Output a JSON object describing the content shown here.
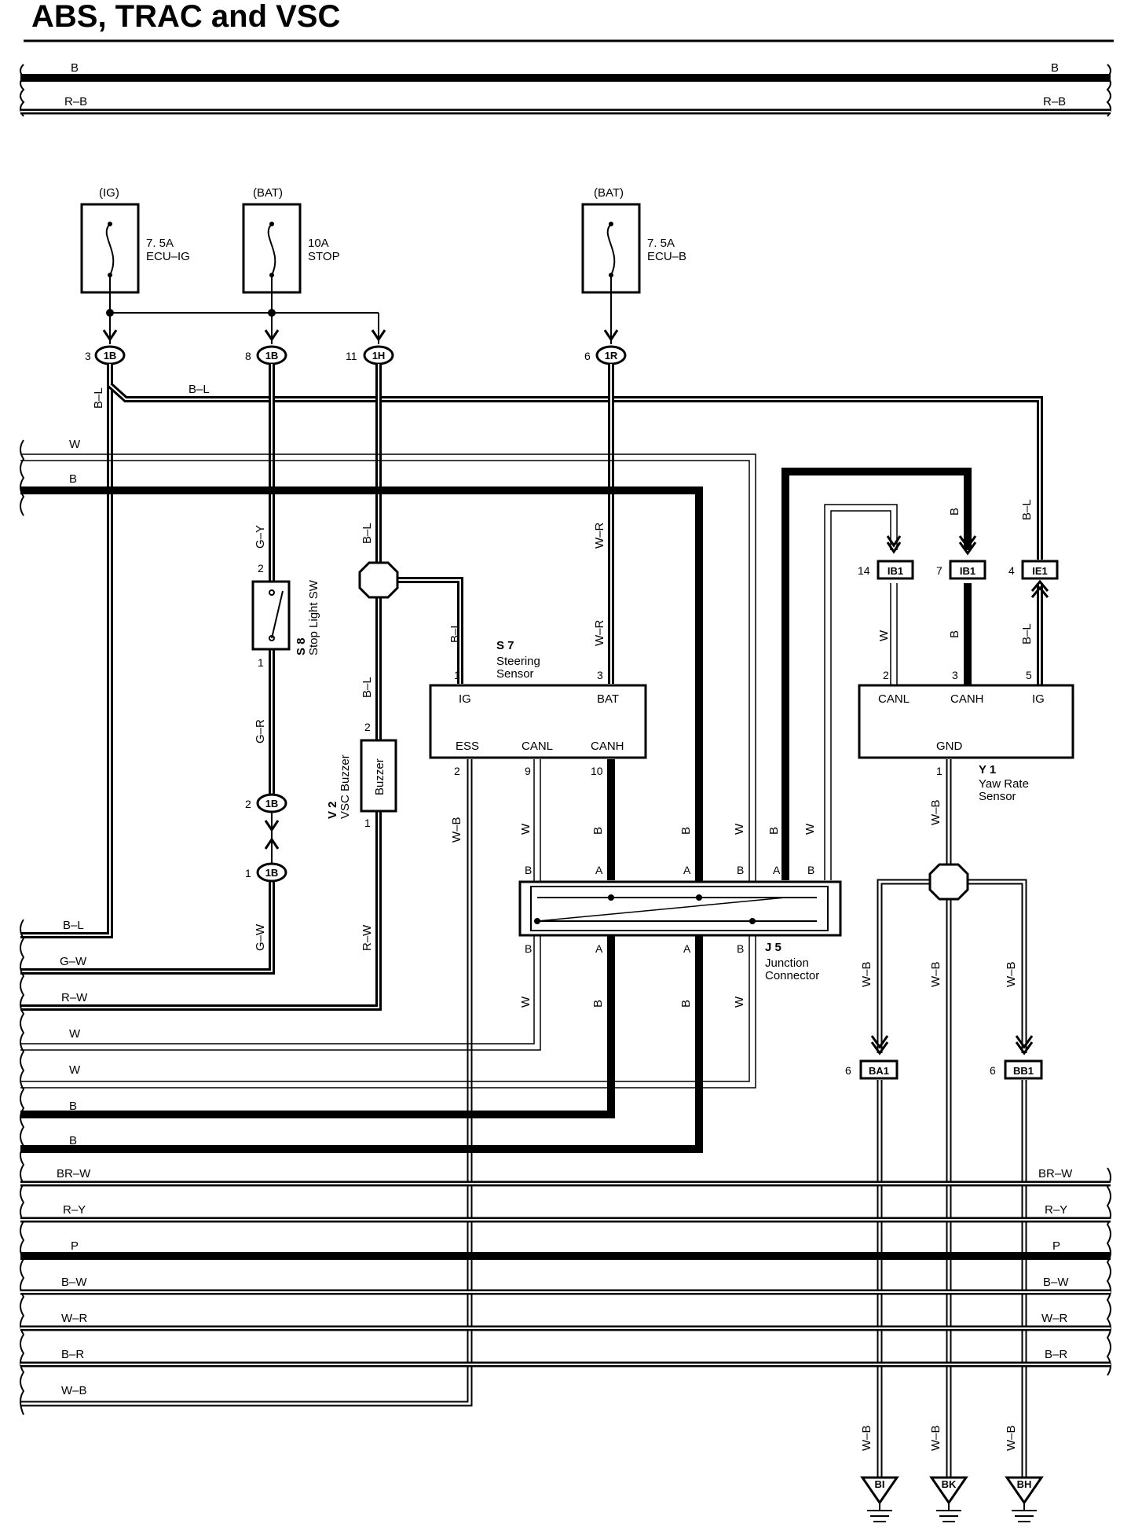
{
  "title": "ABS, TRAC and VSC",
  "top_bus": [
    {
      "left": "B",
      "right": "B"
    },
    {
      "left": "R–B",
      "right": "R–B"
    }
  ],
  "fuses": [
    {
      "source": "(IG)",
      "rating": "7. 5A",
      "name": "ECU–IG"
    },
    {
      "source": "(BAT)",
      "rating": "10A",
      "name": "STOP"
    },
    {
      "source": "(BAT)",
      "rating": "7. 5A",
      "name": "ECU–B"
    }
  ],
  "connectors": {
    "c1B_3": {
      "pin": "3",
      "id": "1B"
    },
    "c1B_8": {
      "pin": "8",
      "id": "1B"
    },
    "c1H_11": {
      "pin": "11",
      "id": "1H"
    },
    "c1R_6": {
      "pin": "6",
      "id": "1R"
    },
    "c1B_2": {
      "pin": "2",
      "id": "1B"
    },
    "c1B_1": {
      "pin": "1",
      "id": "1B"
    },
    "cIB1_14": {
      "pin": "14",
      "id": "IB1"
    },
    "cIB1_7": {
      "pin": "7",
      "id": "IB1"
    },
    "cIE1_4": {
      "pin": "4",
      "id": "IE1"
    },
    "cBA1_6": {
      "pin": "6",
      "id": "BA1"
    },
    "cBB1_6": {
      "pin": "6",
      "id": "BB1"
    }
  },
  "components": {
    "s8": {
      "code": "S 8",
      "name": "Stop Light SW",
      "pin_top": "2",
      "pin_bottom": "1"
    },
    "v2": {
      "code": "V 2",
      "name": "VSC Buzzer",
      "body": "Buzzer",
      "pin_top": "2",
      "pin_bottom": "1"
    },
    "s7": {
      "code": "S 7",
      "name_line1": "Steering",
      "name_line2": "Sensor",
      "terminals": {
        "ig": "IG",
        "bat": "BAT",
        "ess": "ESS",
        "canl": "CANL",
        "canh": "CANH"
      },
      "pins": {
        "ig": "1",
        "bat": "3",
        "ess": "2",
        "canl": "9",
        "canh": "10"
      }
    },
    "y1": {
      "code": "Y 1",
      "name_line1": "Yaw Rate",
      "name_line2": "Sensor",
      "terminals": {
        "canl": "CANL",
        "canh": "CANH",
        "ig": "IG",
        "gnd": "GND"
      },
      "pins": {
        "canl": "2",
        "canh": "3",
        "ig": "5",
        "gnd": "1"
      }
    },
    "j5": {
      "code": "J 5",
      "name_line1": "Junction",
      "name_line2": "Connector",
      "top_pins": [
        "B",
        "A",
        "A",
        "B",
        "A",
        "B"
      ],
      "bottom_pins": [
        "B",
        "A",
        "A",
        "B"
      ]
    }
  },
  "wire_labels": {
    "bl_top": "B–L",
    "bl_vert": "B–L",
    "w_mid": "W",
    "b_mid": "B",
    "gy": "G–Y",
    "gr": "G–R",
    "gw_vert": "G–W",
    "bl_buzz1": "B–L",
    "bl_buzz2": "B–L",
    "rw_vert": "R–W",
    "bl_s7": "B–L",
    "wr1": "W–R",
    "wr2": "W–R",
    "wb_ess": "W–B",
    "w_a": "W",
    "b_a": "B",
    "b_b": "B",
    "w_b": "W",
    "b_c": "B",
    "w_c": "W",
    "w_d": "W",
    "b_d": "B",
    "b_e": "B",
    "w_e": "W",
    "b_ib1": "B",
    "bl_ie1": "B–L",
    "w_y1": "W",
    "b_y1": "B",
    "bl_y1": "B–L",
    "wb_y1": "W–B",
    "wb_ba1": "W–B",
    "wb_gnd": "W–B",
    "wb_bb1": "W–B",
    "wb_bi": "W–B",
    "wb_bk": "W–B",
    "wb_bh": "W–B"
  },
  "left_bus": [
    "B–L",
    "G–W",
    "R–W",
    "W",
    "W",
    "B",
    "B"
  ],
  "bottom_bus": [
    {
      "left": "BR–W",
      "right": "BR–W"
    },
    {
      "left": "R–Y",
      "right": "R–Y"
    },
    {
      "left": "P",
      "right": "P"
    },
    {
      "left": "B–W",
      "right": "B–W"
    },
    {
      "left": "W–R",
      "right": "W–R"
    },
    {
      "left": "B–R",
      "right": "B–R"
    },
    {
      "left": "W–B",
      "right": ""
    }
  ],
  "grounds": [
    "BI",
    "BK",
    "BH"
  ]
}
